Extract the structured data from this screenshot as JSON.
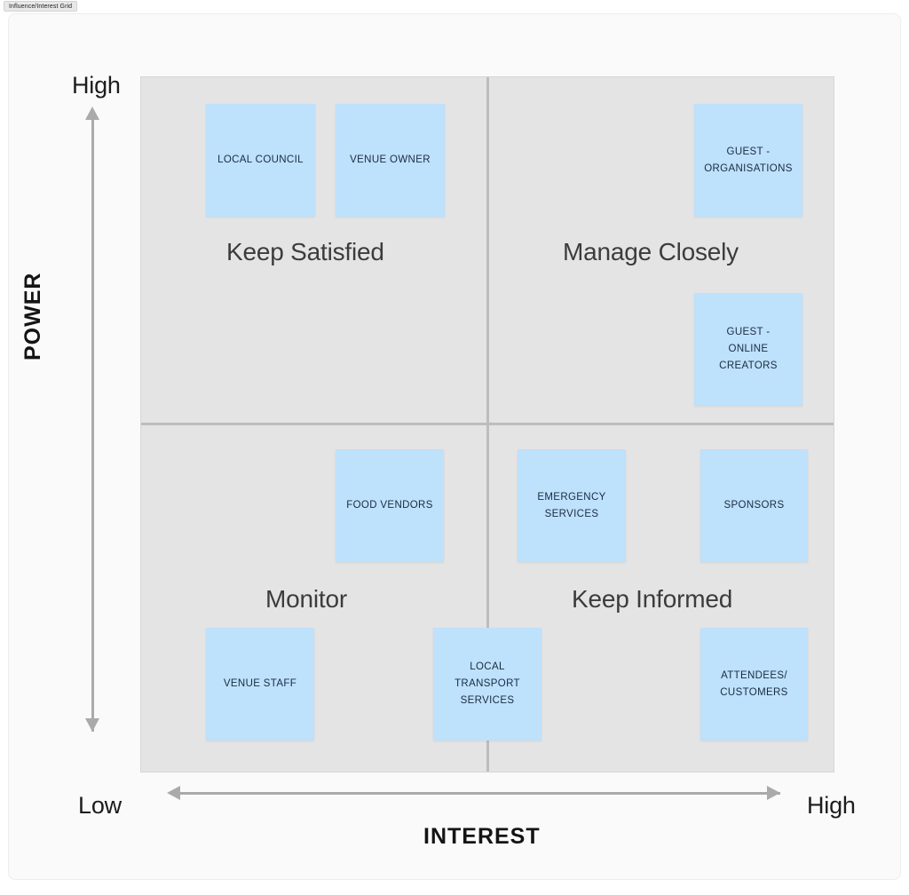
{
  "tab": {
    "label": "Influence/Interest Grid"
  },
  "axes": {
    "vertical": {
      "name": "POWER",
      "high_label": "High",
      "low_label": "Low",
      "arrow": "double-headed-vertical-arrow"
    },
    "horizontal": {
      "name": "INTEREST",
      "low_label": "Low",
      "high_label": "High",
      "arrow": "double-headed-horizontal-arrow"
    }
  },
  "quadrants": {
    "top_left": "Keep Satisfied",
    "top_right": "Manage Closely",
    "bottom_left": "Monitor",
    "bottom_right": "Keep Informed"
  },
  "nodes": {
    "local_council": "LOCAL COUNCIL",
    "venue_owner": "VENUE OWNER",
    "guest_organisations_line1": "GUEST -",
    "guest_organisations_line2": "ORGANISATIONS",
    "guest_online_line1": "GUEST -",
    "guest_online_line2": "ONLINE",
    "guest_online_line3": "CREATORS",
    "food_vendors": "FOOD VENDORS",
    "emergency_line1": "EMERGENCY",
    "emergency_line2": "SERVICES",
    "sponsors": "SPONSORS",
    "venue_staff": "VENUE STAFF",
    "local_transport_line1": "LOCAL",
    "local_transport_line2": "TRANSPORT",
    "local_transport_line3": "SERVICES",
    "attendees_line1": "ATTENDEES/",
    "attendees_line2": "CUSTOMERS"
  },
  "colors": {
    "node_fill": "#bee1fc",
    "node_text": "#1a2b42",
    "grid_fill": "#e4e4e4",
    "grid_divider": "#bdbdbd",
    "axis_arrow": "#aaaaaa",
    "canvas": "#fafafa"
  }
}
